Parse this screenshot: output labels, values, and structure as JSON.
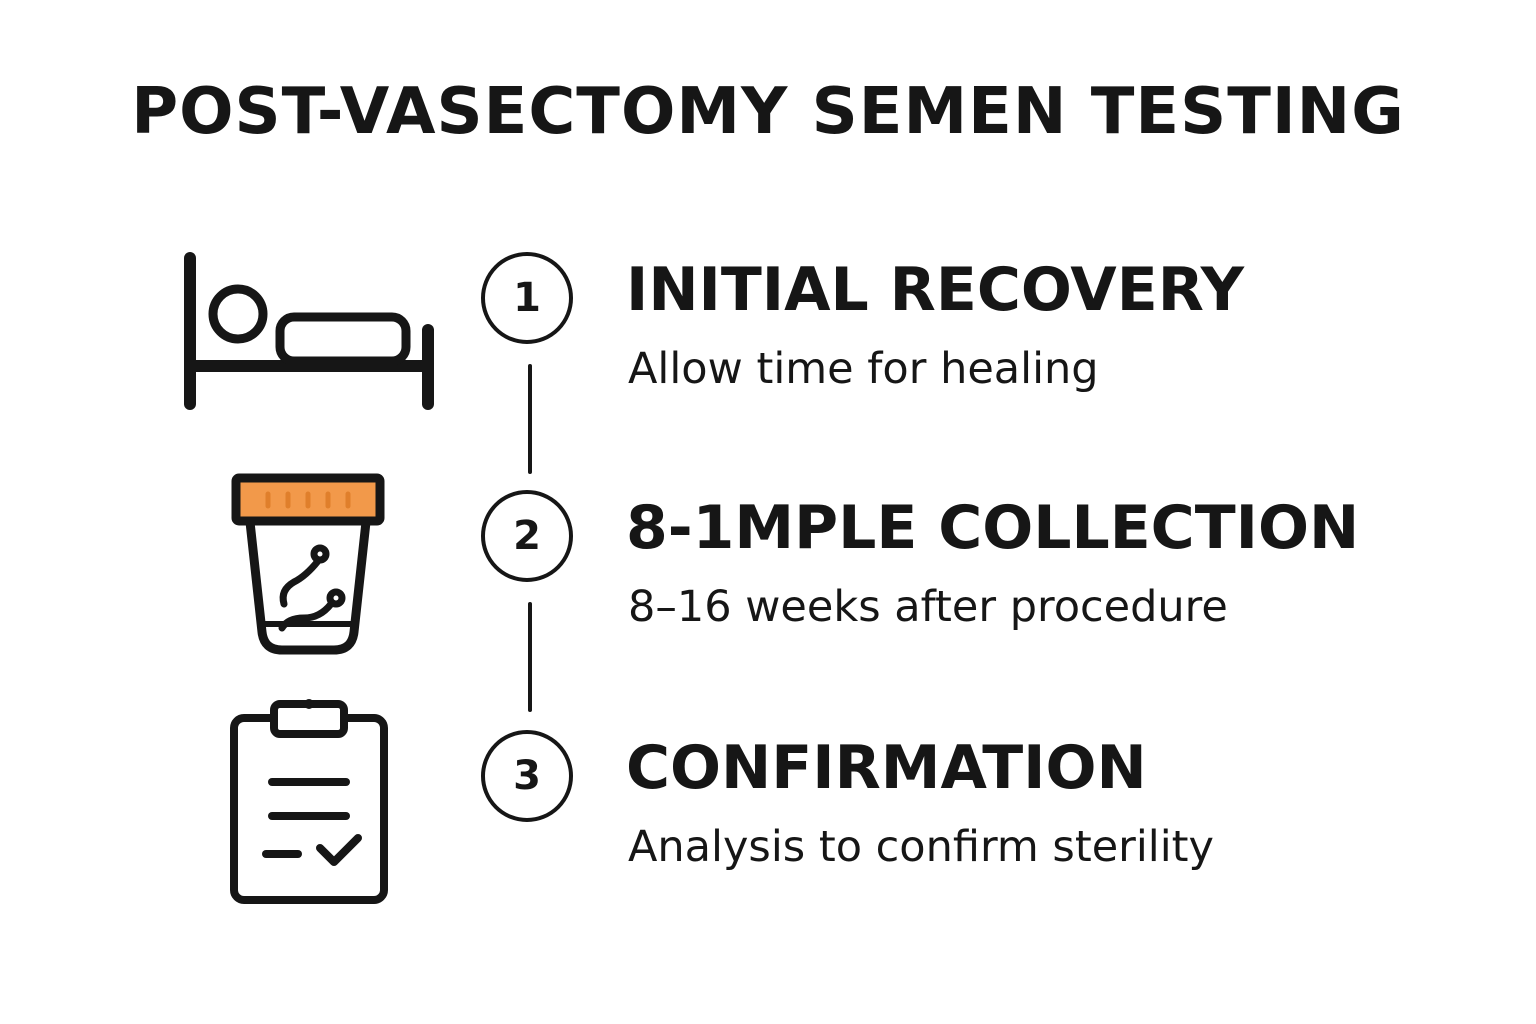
{
  "title": "POST-VASECTOMY SEMEN TESTING",
  "colors": {
    "ink": "#161616",
    "accent": "#f2994a"
  },
  "steps": [
    {
      "number": "1",
      "title": "INITIAL RECOVERY",
      "description": "Allow time for healing",
      "icon": "bed-icon"
    },
    {
      "number": "2",
      "title": "8-1MPLE COLLECTION",
      "description": "8–16 weeks after procedure",
      "icon": "sample-cup-icon"
    },
    {
      "number": "3",
      "title": "CONFIRMATION",
      "description": "Analysis to confirm sterility",
      "icon": "clipboard-check-icon"
    }
  ]
}
